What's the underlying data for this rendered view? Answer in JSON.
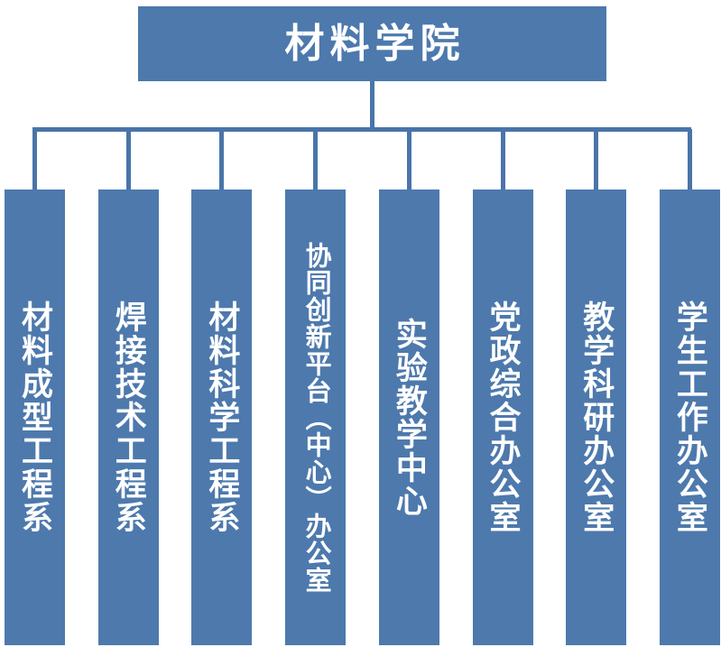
{
  "diagram": {
    "type": "org-chart",
    "root": {
      "label": "材料学院"
    },
    "departments": [
      {
        "label": "材料成型工程系"
      },
      {
        "label": "焊接技术工程系"
      },
      {
        "label": "材料科学工程系"
      },
      {
        "label": "协同创新平台（中心）办公室"
      },
      {
        "label": "实验教学中心"
      },
      {
        "label": "党政综合办公室"
      },
      {
        "label": "教学科研办公室"
      },
      {
        "label": "学生工作办公室"
      }
    ]
  },
  "colors": {
    "node_fill": "#4d79ad",
    "connector_line": "#4a74a9",
    "node_text": "#ffffff",
    "background": "#ffffff"
  }
}
